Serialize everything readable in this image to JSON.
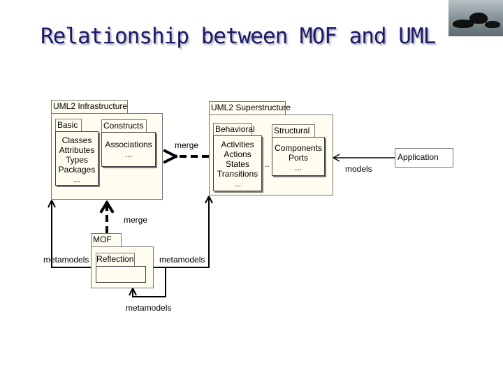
{
  "title": "Relationship between MOF and UML",
  "photo_icon": "orca-photo",
  "infrastructure": {
    "label": "UML2 Infrastructure",
    "basic": {
      "label": "Basic",
      "items": [
        "Classes",
        "Attributes",
        "Types",
        "Packages",
        "..."
      ]
    },
    "constructs": {
      "label": "Constructs",
      "items": [
        "Associations",
        "..."
      ]
    }
  },
  "superstructure": {
    "label": "UML2 Superstructure",
    "behavioral": {
      "label": "Behavioral",
      "items": [
        "Activities",
        "Actions",
        "States",
        "Transitions",
        "..."
      ]
    },
    "structural": {
      "label": "Structural",
      "items": [
        "Components",
        "Ports",
        "..."
      ]
    },
    "ellipsis": ".."
  },
  "mof": {
    "label": "MOF",
    "reflection": "Reflection"
  },
  "application": "Application",
  "labels": {
    "merge_horizontal": "merge",
    "merge_vertical": "merge",
    "metamodels_left": "metamodels",
    "metamodels_right": "metamodels",
    "metamodels_bottom": "metamodels",
    "models": "models"
  }
}
